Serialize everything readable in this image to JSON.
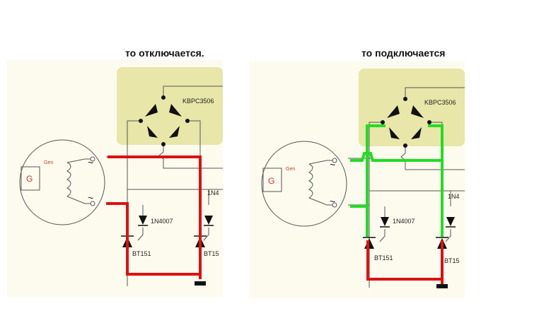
{
  "captions": {
    "left": "то отключается.",
    "right": "то подключается"
  },
  "labels": {
    "bridge": "KBPC3506",
    "diode": "1N4007",
    "diode_cut": "1N4",
    "thyristor": "BT151",
    "thyristor_cut": "BT15",
    "gen": "Gen",
    "gen_symbol": "G",
    "ac": "~"
  },
  "colors": {
    "panel_bg": "#fdfbee",
    "bridge_bg": "#e8e6a8",
    "off_path": "#dd1111",
    "on_path": "#22dd22",
    "wire": "#555555"
  }
}
